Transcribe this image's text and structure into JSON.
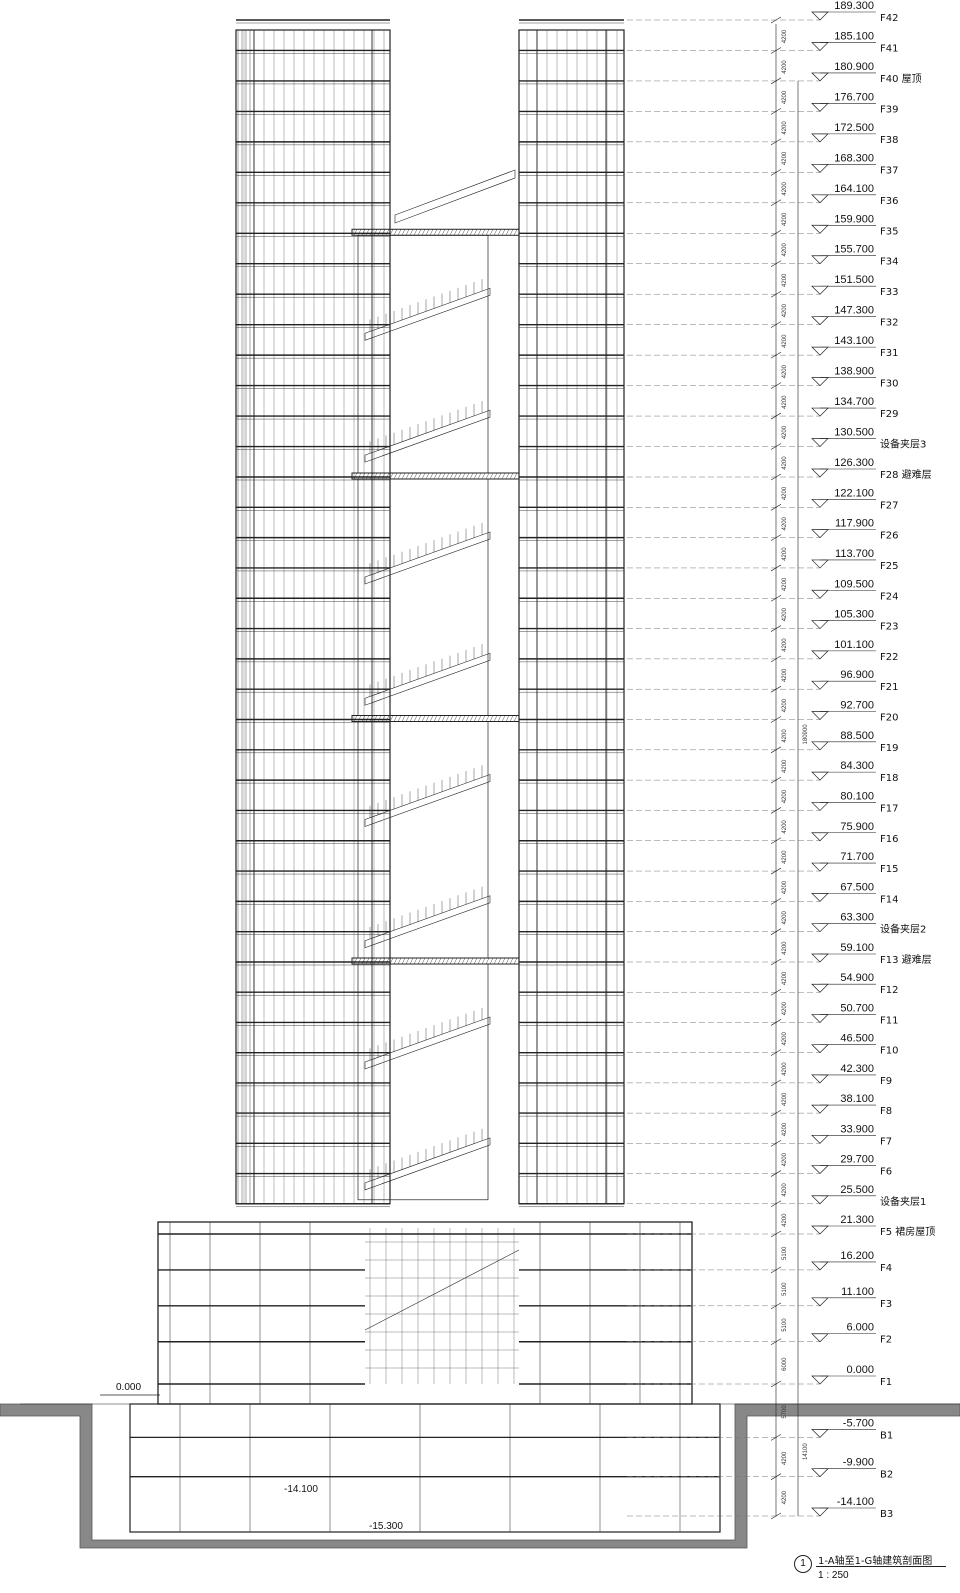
{
  "levels": [
    {
      "elev": "189.300",
      "floor": "F42"
    },
    {
      "elev": "185.100",
      "floor": "F41"
    },
    {
      "elev": "180.900",
      "floor": "F40 屋顶"
    },
    {
      "elev": "176.700",
      "floor": "F39"
    },
    {
      "elev": "172.500",
      "floor": "F38"
    },
    {
      "elev": "168.300",
      "floor": "F37"
    },
    {
      "elev": "164.100",
      "floor": "F36"
    },
    {
      "elev": "159.900",
      "floor": "F35"
    },
    {
      "elev": "155.700",
      "floor": "F34"
    },
    {
      "elev": "151.500",
      "floor": "F33"
    },
    {
      "elev": "147.300",
      "floor": "F32"
    },
    {
      "elev": "143.100",
      "floor": "F31"
    },
    {
      "elev": "138.900",
      "floor": "F30"
    },
    {
      "elev": "134.700",
      "floor": "F29"
    },
    {
      "elev": "130.500",
      "floor": "设备夹层3"
    },
    {
      "elev": "126.300",
      "floor": "F28 避难层"
    },
    {
      "elev": "122.100",
      "floor": "F27"
    },
    {
      "elev": "117.900",
      "floor": "F26"
    },
    {
      "elev": "113.700",
      "floor": "F25"
    },
    {
      "elev": "109.500",
      "floor": "F24"
    },
    {
      "elev": "105.300",
      "floor": "F23"
    },
    {
      "elev": "101.100",
      "floor": "F22"
    },
    {
      "elev": "96.900",
      "floor": "F21"
    },
    {
      "elev": "92.700",
      "floor": "F20"
    },
    {
      "elev": "88.500",
      "floor": "F19"
    },
    {
      "elev": "84.300",
      "floor": "F18"
    },
    {
      "elev": "80.100",
      "floor": "F17"
    },
    {
      "elev": "75.900",
      "floor": "F16"
    },
    {
      "elev": "71.700",
      "floor": "F15"
    },
    {
      "elev": "67.500",
      "floor": "F14"
    },
    {
      "elev": "63.300",
      "floor": "设备夹层2"
    },
    {
      "elev": "59.100",
      "floor": "F13 避难层"
    },
    {
      "elev": "54.900",
      "floor": "F12"
    },
    {
      "elev": "50.700",
      "floor": "F11"
    },
    {
      "elev": "46.500",
      "floor": "F10"
    },
    {
      "elev": "42.300",
      "floor": "F9"
    },
    {
      "elev": "38.100",
      "floor": "F8"
    },
    {
      "elev": "33.900",
      "floor": "F7"
    },
    {
      "elev": "29.700",
      "floor": "F6"
    },
    {
      "elev": "25.500",
      "floor": "设备夹层1"
    },
    {
      "elev": "21.300",
      "floor": "F5 裙房屋顶"
    },
    {
      "elev": "16.200",
      "floor": "F4"
    },
    {
      "elev": "11.100",
      "floor": "F3"
    },
    {
      "elev": "6.000",
      "floor": "F2"
    },
    {
      "elev": "0.000",
      "floor": "F1"
    },
    {
      "elev": "-5.700",
      "floor": "B1"
    },
    {
      "elev": "-9.900",
      "floor": "B2"
    },
    {
      "elev": "-14.100",
      "floor": "B3"
    }
  ],
  "dims": {
    "typical": "4200",
    "podium": "5100",
    "f1": "6000",
    "b1": "5700",
    "total_up": "180900",
    "total_down": "14100"
  },
  "grade_labels": {
    "ground": "0.000",
    "pit_a": "-14.100",
    "pit_b": "-15.300"
  },
  "title": {
    "number": "1",
    "name": "1-A轴至1-G轴建筑剖面图",
    "scale": "1 : 250"
  },
  "colors": {
    "line": "#222222",
    "ground": "#888888",
    "dash": "#777777"
  }
}
